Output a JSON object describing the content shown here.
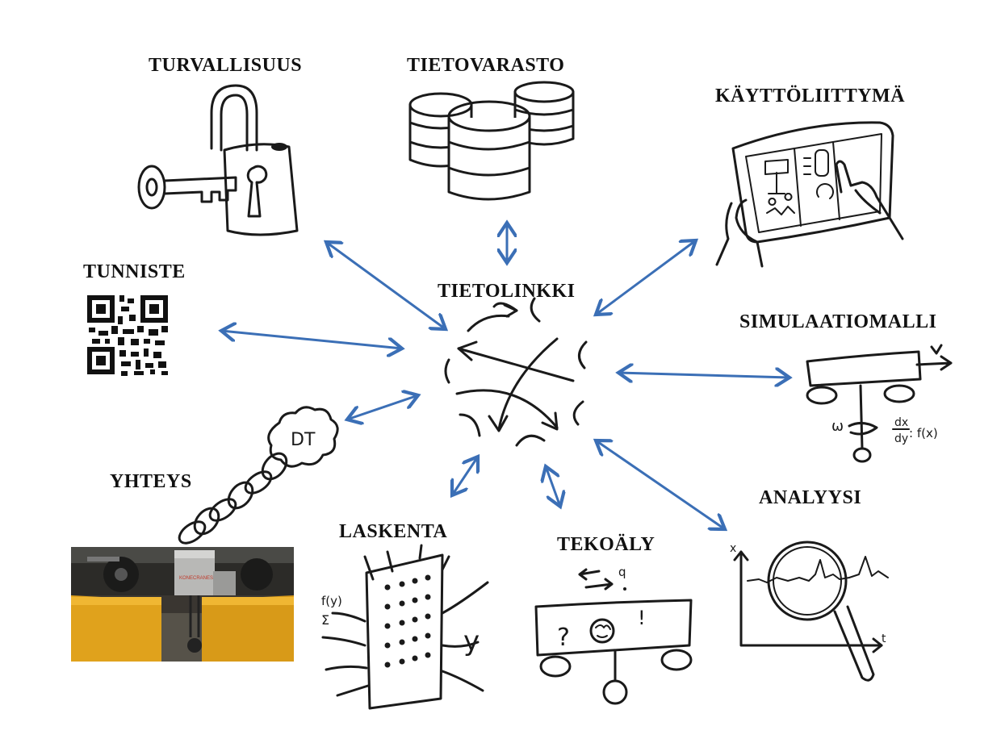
{
  "hub": {
    "label": "TIETOLINKKI"
  },
  "nodes": {
    "security": "TURVALLISUUS",
    "storage": "TIETOVARASTO",
    "ui": "KÄYTTÖLIITTYMÄ",
    "identifier": "TUNNISTE",
    "simulation": "SIMULAATIOMALLI",
    "connection": "YHTEYS",
    "analysis": "ANALYYSI",
    "computation": "LASKENTA",
    "ai": "TEKOÄLY"
  },
  "sketch_text": {
    "dt_cloud": "DT",
    "formula_num": "dx",
    "formula_den": "dy",
    "formula_rhs": ": f(x)",
    "omega": "ω",
    "axis_x": "x",
    "axis_t": "t",
    "laskenta_fy": "f(y)",
    "laskenta_sigma": "Σ",
    "laskenta_y": "y",
    "ai_q": "q",
    "ai_question": "?",
    "ai_excl": "!",
    "crane_brand": "KONECRANES"
  },
  "colors": {
    "arrow": "#3b6fb6",
    "ink": "#1a1a1a",
    "crane_yellow": "#e0a21c"
  }
}
